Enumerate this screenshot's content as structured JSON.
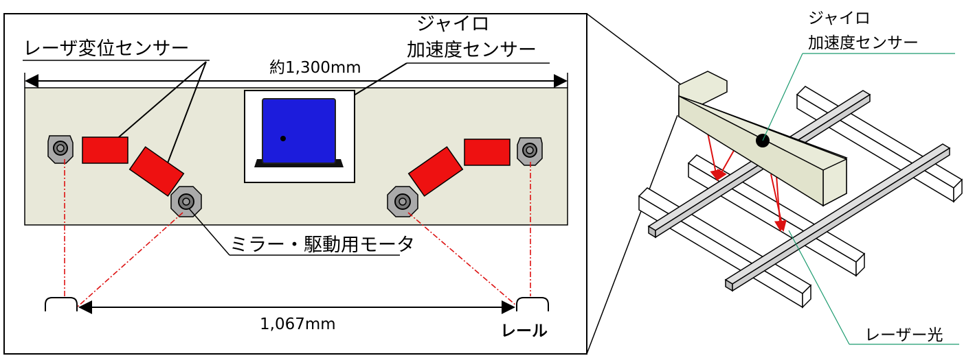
{
  "labels": {
    "laser_sensor": "レーザ変位センサー",
    "width_total": "約1,300mm",
    "gyro_line1": "ジャイロ",
    "gyro_line2": "加速度センサー",
    "mirror_motor": "ミラー・駆動用モータ",
    "gauge": "1,067mm",
    "rail": "レール",
    "gyro3d_line1": "ジャイロ",
    "gyro3d_line2": "加速度センサー",
    "laser_light": "レーザー光"
  },
  "colors": {
    "panel": "#e8e8d9",
    "laser_box": "#ee1111",
    "gyro_blue": "#1c1cdc",
    "laser_line": "#dd1111",
    "leader_green": "#1b9a6e",
    "beam_3d": "#e9ebd9"
  }
}
